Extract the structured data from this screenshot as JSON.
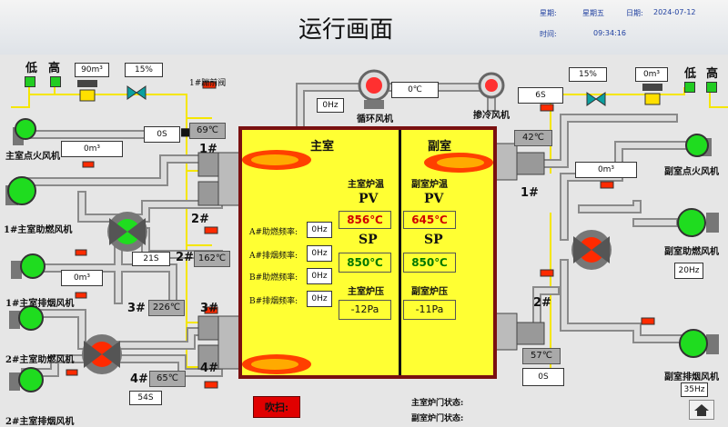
{
  "header": {
    "title": "运行画面",
    "week_label": "星期:",
    "week_value": "星期五",
    "date_label": "日期:",
    "date_value": "2024-07-12",
    "time_label": "时间:",
    "time_value": "09:34:16"
  },
  "left": {
    "level_low": "低",
    "level_high": "高",
    "flow_top": "90m³",
    "valve_pct": "15%",
    "pre_valve": "1#蹦前阀",
    "ignition_fan": "主室点火风机",
    "ignition_flow": "0m³",
    "timer_top": "0S",
    "combust_fan1": "1#主室助燃风机",
    "timer_mid": "21S",
    "flow_mid": "0m³",
    "exhaust_fan1": "1#主室排烟风机",
    "combust_fan2": "2#主室助燃风机",
    "exhaust_fan2": "2#主室排烟风机",
    "timer_bottom": "54S"
  },
  "center": {
    "circ_fan": "循环风机",
    "circ_hz": "0Hz",
    "circ_temp": "0℃",
    "mix_fan": "掺冷风机",
    "burner1_label": "1#",
    "burner1_temp": "69℃",
    "burner2_label": "2#",
    "burner2_temp": "162℃",
    "burner3_label": "3#",
    "burner3_temp": "226℃",
    "burner4_label": "4#",
    "burner4_temp": "65℃"
  },
  "furnace": {
    "main_title": "主室",
    "sub_title": "副室",
    "main_temp_label": "主室炉温",
    "sub_temp_label": "副室炉温",
    "pv": "PV",
    "sp": "SP",
    "main_pv": "856℃",
    "sub_pv": "645℃",
    "main_sp": "850℃",
    "sub_sp": "850℃",
    "main_press_label": "主室炉压",
    "sub_press_label": "副室炉压",
    "main_press": "-12Pa",
    "sub_press": "-11Pa",
    "freq": [
      {
        "label": "A#助燃频率:",
        "value": "0Hz"
      },
      {
        "label": "A#排烟频率:",
        "value": "0Hz"
      },
      {
        "label": "B#助燃频率:",
        "value": "0Hz"
      },
      {
        "label": "B#排烟频率:",
        "value": "0Hz"
      }
    ]
  },
  "right": {
    "level_low": "低",
    "level_high": "高",
    "valve_pct": "15%",
    "flow_top": "0m³",
    "timer_top": "6S",
    "burner1_label": "1#",
    "burner1_temp": "42℃",
    "ignition_flow": "0m³",
    "ignition_fan": "副室点火风机",
    "combust_fan": "副室助燃风机",
    "combust_hz": "20Hz",
    "burner2_label": "2#",
    "burner2_temp": "57℃",
    "timer_bottom": "0S",
    "exhaust_fan": "副室排烟风机",
    "exhaust_hz": "35Hz"
  },
  "bottom": {
    "purge": "吹扫:",
    "main_door": "主室炉门状态:",
    "sub_door": "副室炉门状态:"
  },
  "icons": {
    "home": "home-icon"
  }
}
